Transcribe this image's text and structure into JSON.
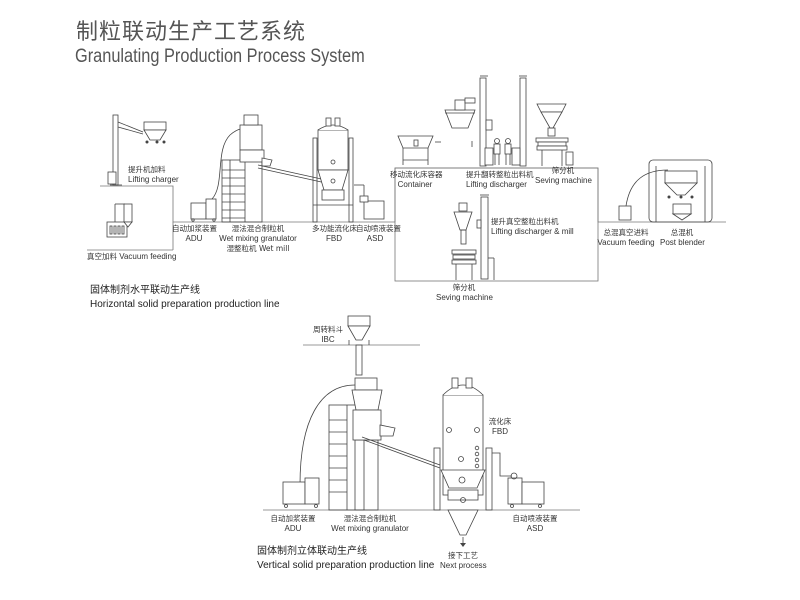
{
  "header": {
    "title_cn": "制粒联动生产工艺系统",
    "title_en": "Granulating Production Process System"
  },
  "horizontal_line": {
    "title_cn": "固体制剂水平联动生产线",
    "title_en": "Horizontal solid preparation production line",
    "equipment": [
      {
        "cn": "提升机加料",
        "en": "Lifting charger"
      },
      {
        "cn": "真空加料",
        "en": "Vacuum feeding"
      },
      {
        "cn": "自动加浆装置",
        "en": "ADU"
      },
      {
        "cn": "湿法混合制粒机",
        "en": "Wet mixing granulator",
        "extra": "湿整粒机 Wet mill"
      },
      {
        "cn": "多功能流化床",
        "en": "FBD"
      },
      {
        "cn": "自动喷液装置",
        "en": "ASD"
      },
      {
        "cn": "移动流化床容器",
        "en": "Container"
      },
      {
        "cn": "提升翻转整粒出料机",
        "en": "Lifting discharger"
      },
      {
        "cn": "筛分机",
        "en": "Seving machine"
      },
      {
        "cn": "提升真空整粒出料机",
        "en": "Lifting discharger & mill"
      },
      {
        "cn": "筛分机",
        "en": "Seving machine"
      },
      {
        "cn": "总混真空进料",
        "en": "Vacuum feeding"
      },
      {
        "cn": "总混机",
        "en": "Post blender"
      }
    ]
  },
  "vertical_line": {
    "title_cn": "固体制剂立体联动生产线",
    "title_en": "Vertical solid preparation production line",
    "equipment": [
      {
        "cn": "周转料斗",
        "en": "IBC"
      },
      {
        "cn": "流化床",
        "en": "FBD"
      },
      {
        "cn": "自动加浆装置",
        "en": "ADU"
      },
      {
        "cn": "湿法混合制粒机",
        "en": "Wet mixing granulator"
      },
      {
        "cn": "自动喷液装置",
        "en": "ASD"
      },
      {
        "cn": "接下工艺",
        "en": "Next process"
      }
    ]
  }
}
